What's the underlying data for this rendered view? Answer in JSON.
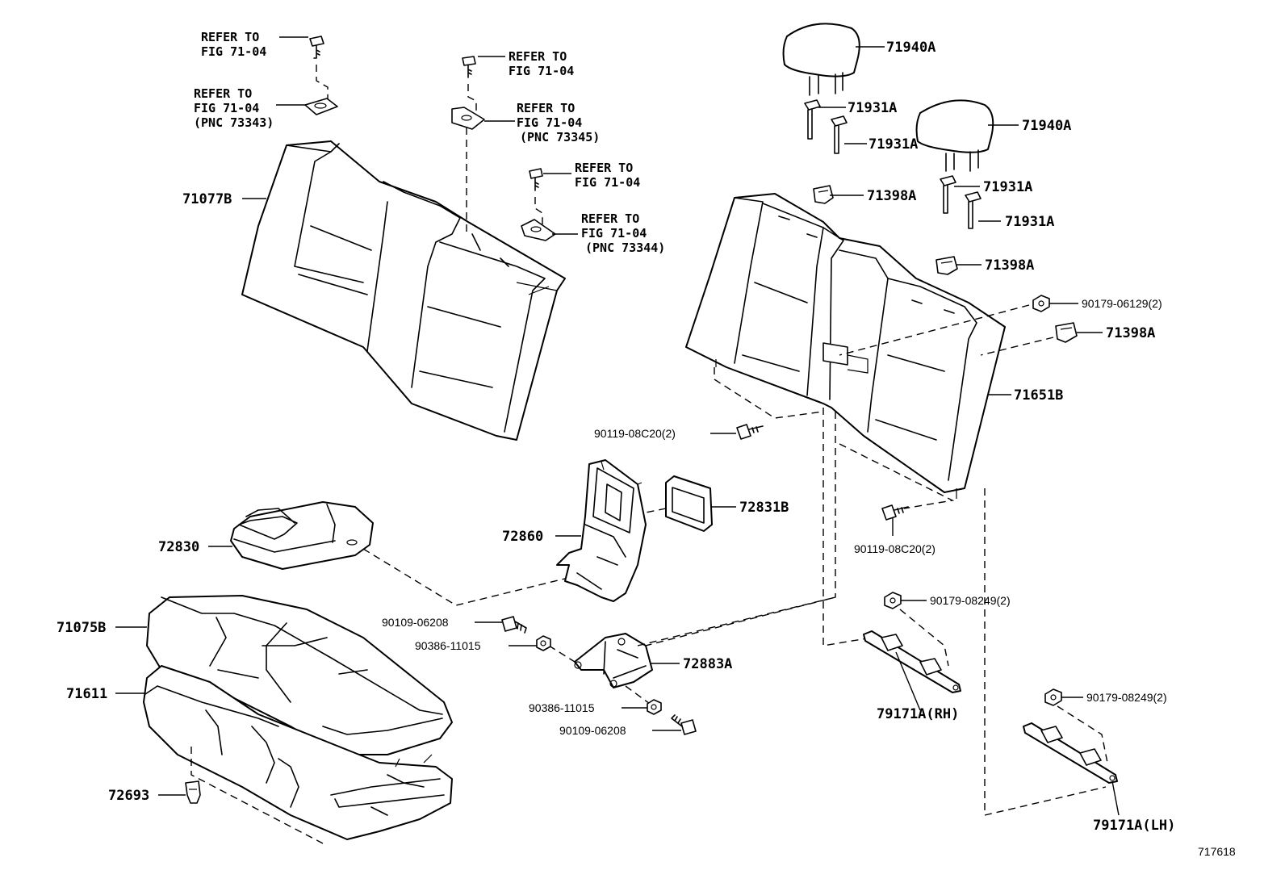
{
  "refer": {
    "r1": {
      "l1": "REFER TO",
      "l2": "FIG 71-04"
    },
    "r2": {
      "l1": "REFER TO",
      "l2": "FIG 71-04",
      "l3": "(PNC 73343)"
    },
    "r3": {
      "l1": "REFER TO",
      "l2": "FIG 71-04"
    },
    "r4": {
      "l1": "REFER TO",
      "l2": "FIG 71-04",
      "l3": "(PNC 73345)"
    },
    "r5": {
      "l1": "REFER TO",
      "l2": "FIG 71-04"
    },
    "r6": {
      "l1": "REFER TO",
      "l2": "FIG 71-04",
      "l3": "(PNC 73344)"
    }
  },
  "parts": {
    "seatback_cover_left": "71077B",
    "headrest_1": "71940A",
    "headrest_2": "71940A",
    "support_1": "71931A",
    "support_2": "71931A",
    "support_3": "71931A",
    "support_4": "71931A",
    "guide_1": "71398A",
    "guide_2": "71398A",
    "guide_3": "71398A",
    "nut_upper": "90179-06129(2)",
    "seatback_frame": "71651B",
    "bolt_left": "90119-08C20(2)",
    "bolt_right": "90119-08C20(2)",
    "armrest": "72830",
    "armrest_frame": "72860",
    "armrest_plate": "72831B",
    "cushion_cover": "71075B",
    "cushion_pad": "71611",
    "clip": "72693",
    "bolt_a": "90109-06208",
    "nut_a": "90386-11015",
    "hinge": "72883A",
    "nut_b": "90386-11015",
    "bolt_b": "90109-06208",
    "nut_rh": "90179-08249(2)",
    "bracket_rh": "79171A(RH)",
    "nut_lh": "90179-08249(2)",
    "bracket_lh": "79171A(LH)"
  },
  "illustration_id": "717618"
}
